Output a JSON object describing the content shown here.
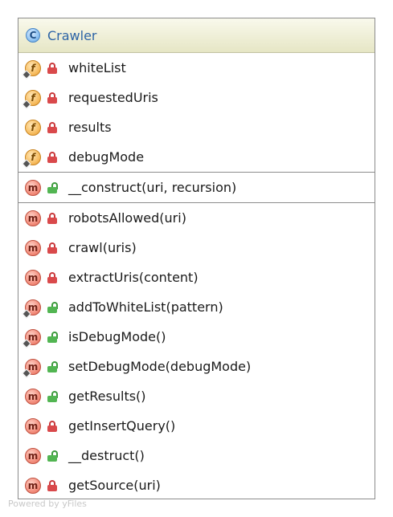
{
  "class_name": "Crawler",
  "class_icon": "C",
  "fields": [
    {
      "label": "whiteList",
      "icon": "f",
      "static": true,
      "visibility": "private"
    },
    {
      "label": "requestedUris",
      "icon": "f",
      "static": true,
      "visibility": "private"
    },
    {
      "label": "results",
      "icon": "f",
      "static": false,
      "visibility": "private"
    },
    {
      "label": "debugMode",
      "icon": "f",
      "static": true,
      "visibility": "private"
    }
  ],
  "constructors": [
    {
      "label": "__construct(uri, recursion)",
      "icon": "m",
      "static": false,
      "visibility": "public"
    }
  ],
  "methods": [
    {
      "label": "robotsAllowed(uri)",
      "icon": "m",
      "static": false,
      "visibility": "private"
    },
    {
      "label": "crawl(uris)",
      "icon": "m",
      "static": false,
      "visibility": "private"
    },
    {
      "label": "extractUris(content)",
      "icon": "m",
      "static": false,
      "visibility": "private"
    },
    {
      "label": "addToWhiteList(pattern)",
      "icon": "m",
      "static": true,
      "visibility": "public"
    },
    {
      "label": "isDebugMode()",
      "icon": "m",
      "static": true,
      "visibility": "public"
    },
    {
      "label": "setDebugMode(debugMode)",
      "icon": "m",
      "static": true,
      "visibility": "public"
    },
    {
      "label": "getResults()",
      "icon": "m",
      "static": false,
      "visibility": "public"
    },
    {
      "label": "getInsertQuery()",
      "icon": "m",
      "static": false,
      "visibility": "private"
    },
    {
      "label": "__destruct()",
      "icon": "m",
      "static": false,
      "visibility": "public"
    },
    {
      "label": "getSource(uri)",
      "icon": "m",
      "static": false,
      "visibility": "private"
    }
  ],
  "footer": "Powered by yFiles",
  "colors": {
    "field_icon": "#f7be63",
    "method_icon": "#f3907f",
    "private_lock": "#d9494b",
    "public_lock": "#52b552",
    "header_bg": "#e6e6c5",
    "title": "#2d64a6"
  }
}
